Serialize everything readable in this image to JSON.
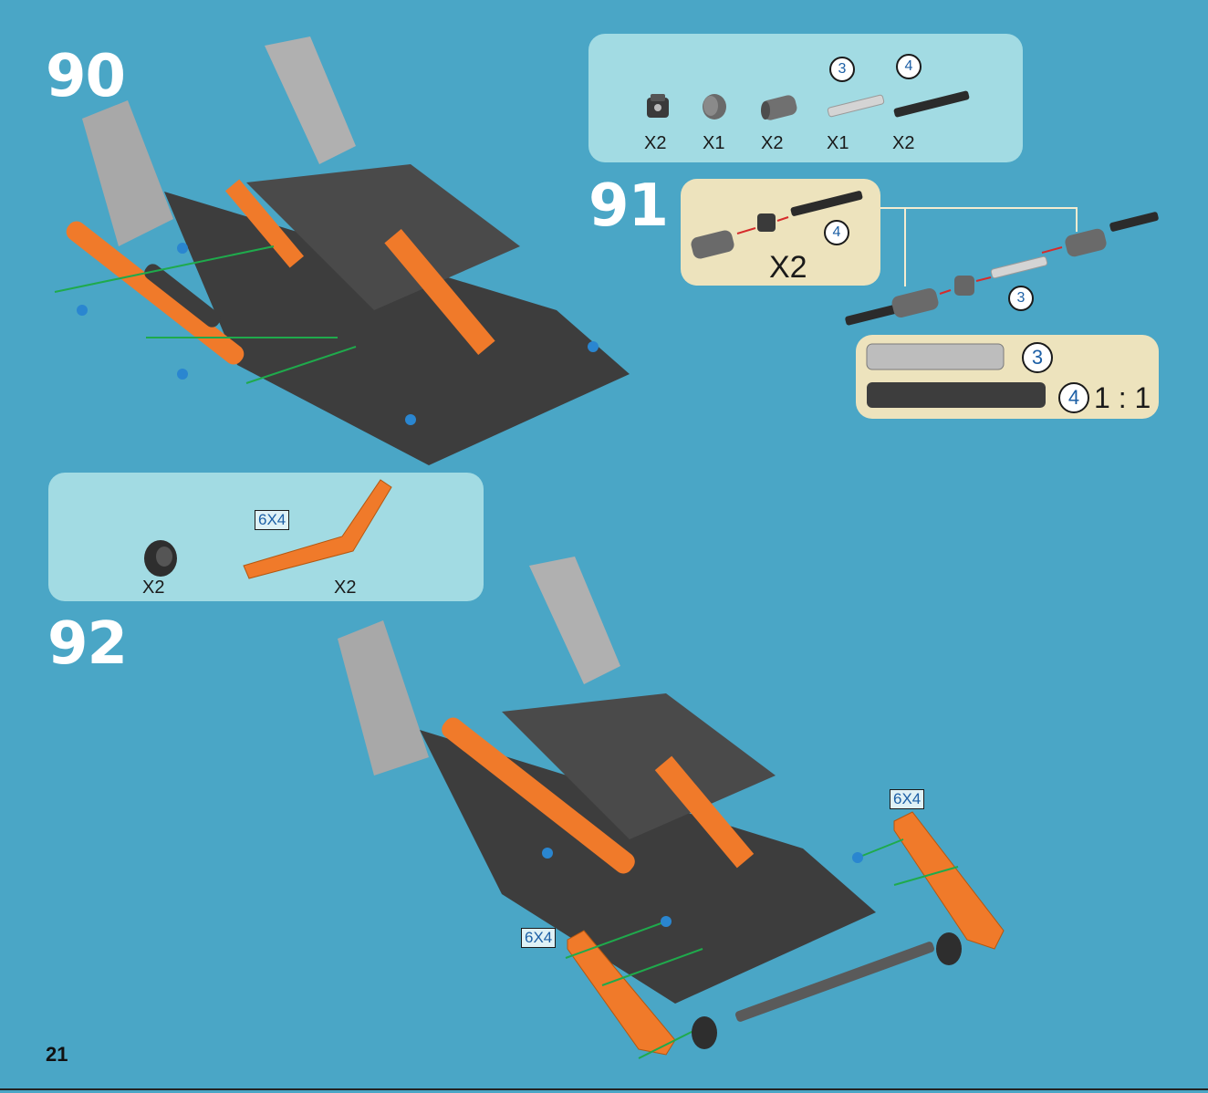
{
  "steps": {
    "s90": "90",
    "s91": "91",
    "s92": "92"
  },
  "parts_90": [
    {
      "icon": "bush-icon",
      "qty": "X2"
    },
    {
      "icon": "half-bush-icon",
      "qty": "X1"
    },
    {
      "icon": "connector-icon",
      "qty": "X2"
    },
    {
      "icon": "axle-3-icon",
      "qty": "X1",
      "size": "3"
    },
    {
      "icon": "axle-4-icon",
      "qty": "X2",
      "size": "4"
    }
  ],
  "sub_91": {
    "qty": "X2",
    "size_axle": "4",
    "size_light_axle": "3"
  },
  "ruler": {
    "size_a": "3",
    "size_b": "4",
    "scale": "1 : 1"
  },
  "parts_92": {
    "wheel_qty": "X2",
    "beam_label": "6X4",
    "beam_qty": "X2"
  },
  "step92_labels": {
    "beam_right": "6X4",
    "beam_left": "6X4"
  },
  "page": {
    "number": "21"
  },
  "colors": {
    "background": "#4aa6c6",
    "panel_blue": "#a2dbe3",
    "panel_tan": "#ede3bd",
    "orange": "#f07a2a",
    "dark_gray": "#3d3d3d",
    "light_gray": "#bdbdbd",
    "blue_pin": "#2a86d0",
    "arrow_green": "#1faa4c",
    "arrow_red": "#d62b2b"
  }
}
